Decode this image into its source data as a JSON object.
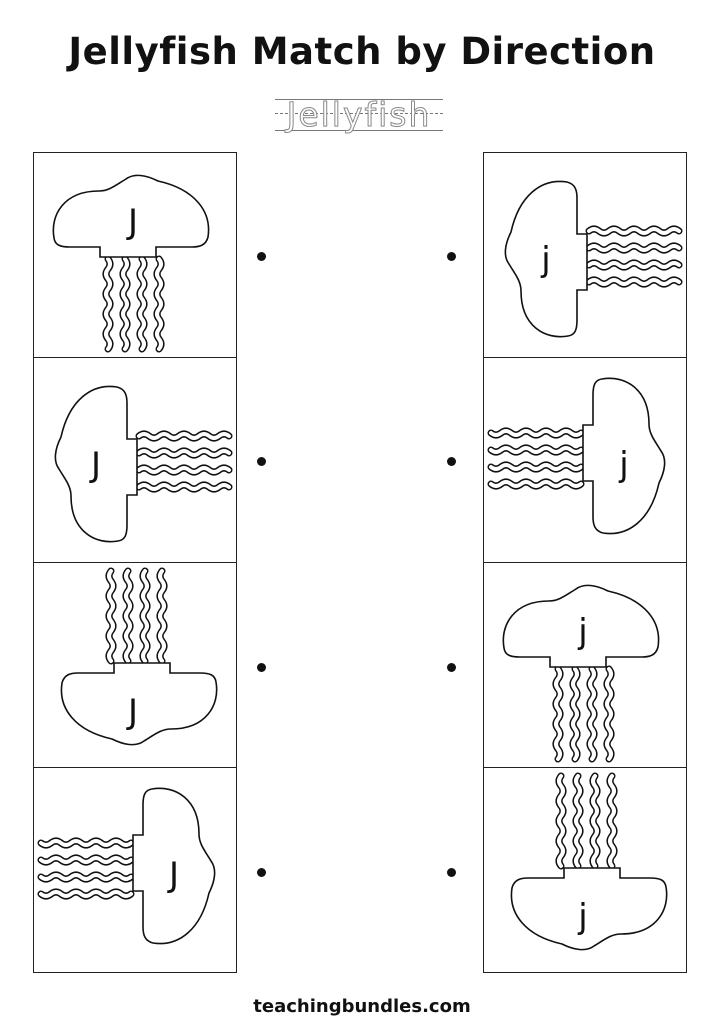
{
  "title": "Jellyfish Match by Direction",
  "tracing_word": "Jellyfish",
  "footer": "teachingbundles.com",
  "left_cards": [
    {
      "letter": "J",
      "direction": "tentacles-down"
    },
    {
      "letter": "J",
      "direction": "tentacles-right"
    },
    {
      "letter": "J",
      "direction": "tentacles-up"
    },
    {
      "letter": "J",
      "direction": "tentacles-left"
    }
  ],
  "right_cards": [
    {
      "letter": "j",
      "direction": "tentacles-right"
    },
    {
      "letter": "j",
      "direction": "tentacles-left"
    },
    {
      "letter": "j",
      "direction": "tentacles-down"
    },
    {
      "letter": "j",
      "direction": "tentacles-up"
    }
  ]
}
